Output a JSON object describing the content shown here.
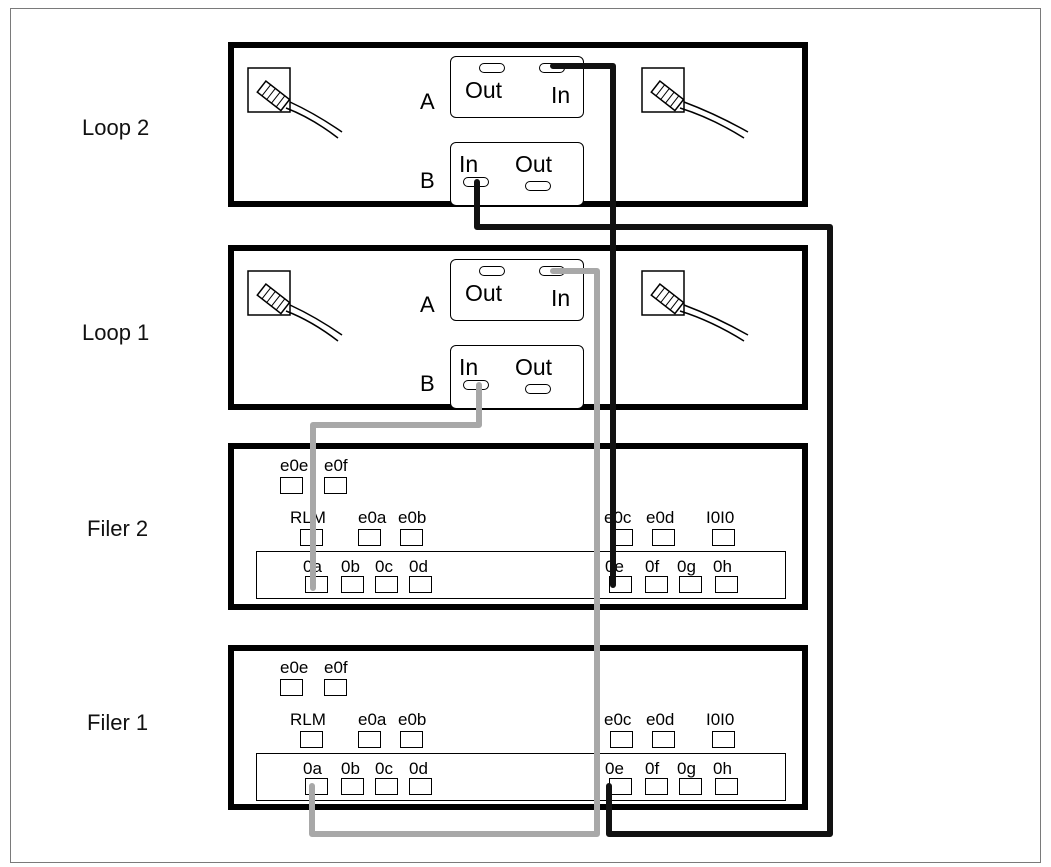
{
  "rows": {
    "loop2": "Loop 2",
    "loop1": "Loop 1",
    "filer2": "Filer 2",
    "filer1": "Filer 1"
  },
  "shelf": {
    "module_a": "A",
    "module_b": "B",
    "port_out": "Out",
    "port_in": "In"
  },
  "filer2": {
    "e0e": "e0e",
    "e0f": "e0f",
    "rlm": "RLM",
    "e0a": "e0a",
    "e0b": "e0b",
    "e0c": "e0c",
    "e0d": "e0d",
    "ioio": "I0I0",
    "slots_left": [
      "0a",
      "0b",
      "0c",
      "0d"
    ],
    "slots_right": [
      "0e",
      "0f",
      "0g",
      "0h"
    ]
  },
  "filer1": {
    "e0e": "e0e",
    "e0f": "e0f",
    "rlm": "RLM",
    "e0a": "e0a",
    "e0b": "e0b",
    "e0c": "e0c",
    "e0d": "e0d",
    "ioio": "I0I0",
    "slots_left": [
      "0a",
      "0b",
      "0c",
      "0d"
    ],
    "slots_right": [
      "0e",
      "0f",
      "0g",
      "0h"
    ]
  },
  "colors": {
    "black_cable": "#111111",
    "gray_cable": "#a8a8a8"
  }
}
